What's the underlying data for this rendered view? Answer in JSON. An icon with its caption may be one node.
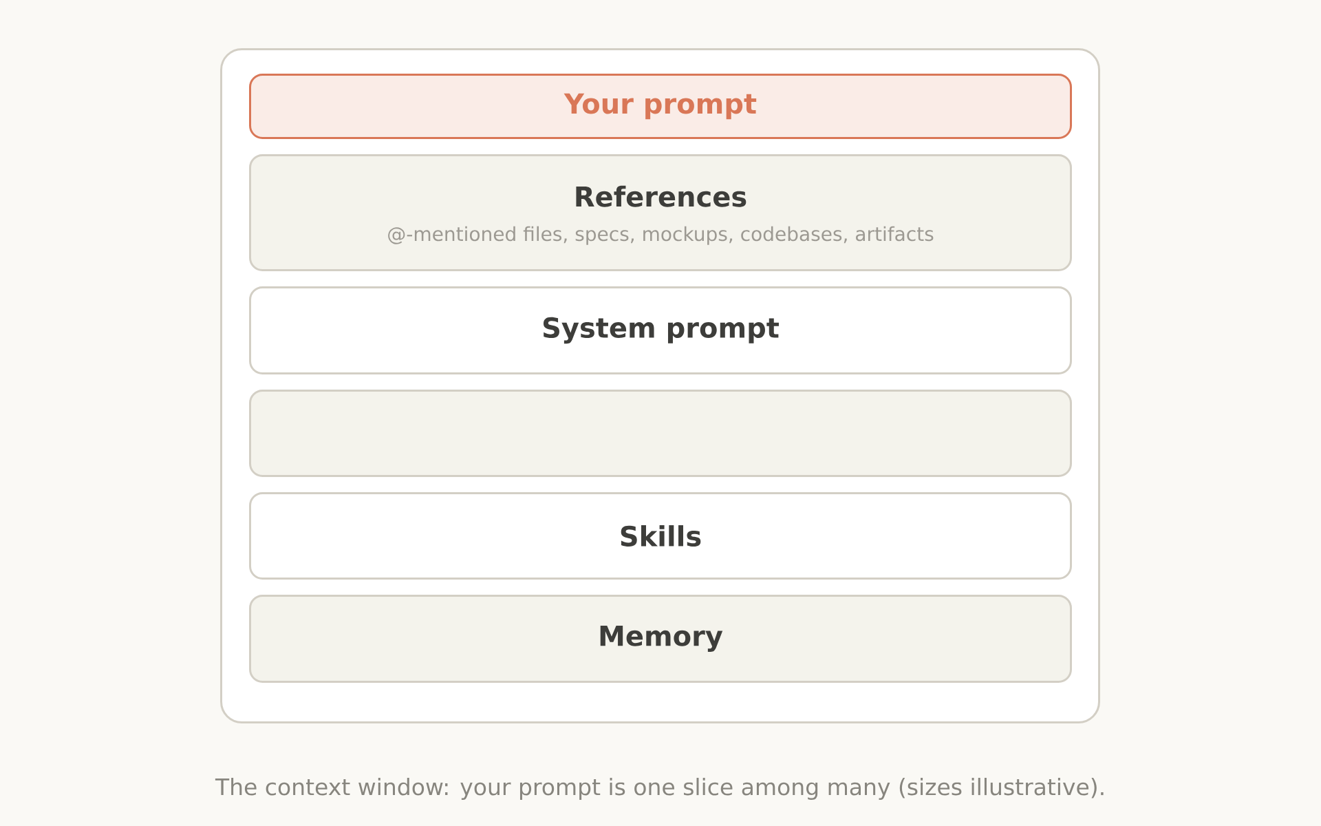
{
  "diagram": {
    "nodes": [
      {
        "text": [],
        "shape": "box"
      },
      {
        "text": [
          "Your prompt"
        ],
        "in": 0
      },
      {
        "text": [
          "References",
          "@-mentioned files, specs, mockups, codebases, artifacts"
        ],
        "in": 0
      },
      {
        "text": [
          "System prompt"
        ],
        "in": 0
      },
      {
        "text": [],
        "shape": "box",
        "in": 0
      },
      {
        "text": [
          "Skills"
        ],
        "in": 0
      },
      {
        "text": [
          "Memory"
        ],
        "in": 0
      }
    ],
    "caption": "The context window: your prompt is one slice among many (sizes illustrative)."
  }
}
